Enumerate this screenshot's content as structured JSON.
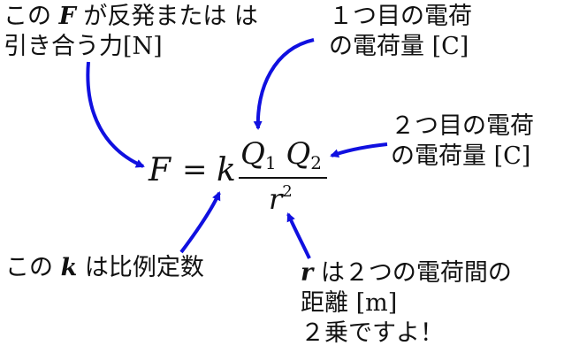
{
  "formula": {
    "lhs": "F",
    "equals": "=",
    "constant": "k",
    "q1": "Q",
    "q1_sub": "1",
    "q2": "Q",
    "q2_sub": "2",
    "den": "r",
    "den_sup": "2"
  },
  "annotations": {
    "force": {
      "pre": "この ",
      "sym": "F",
      "post": " が反発または は",
      "line2_pre": "引き合う力",
      "unit": "[N]"
    },
    "charge1": {
      "line1": "１つ目の電荷",
      "line2_pre": "の電荷量 ",
      "unit": "[C]"
    },
    "charge2": {
      "line1": "２つ目の電荷",
      "line2_pre": "の電荷量 ",
      "unit": "[C]"
    },
    "constant": {
      "pre": "この ",
      "sym": "k",
      "post": " は比例定数"
    },
    "distance": {
      "sym": "r",
      "post": " は２つの電荷間の",
      "line2_pre": "距離 ",
      "unit": "[m]",
      "line3": "２乗ですよ！"
    }
  },
  "arrow_color": "#1010e0"
}
